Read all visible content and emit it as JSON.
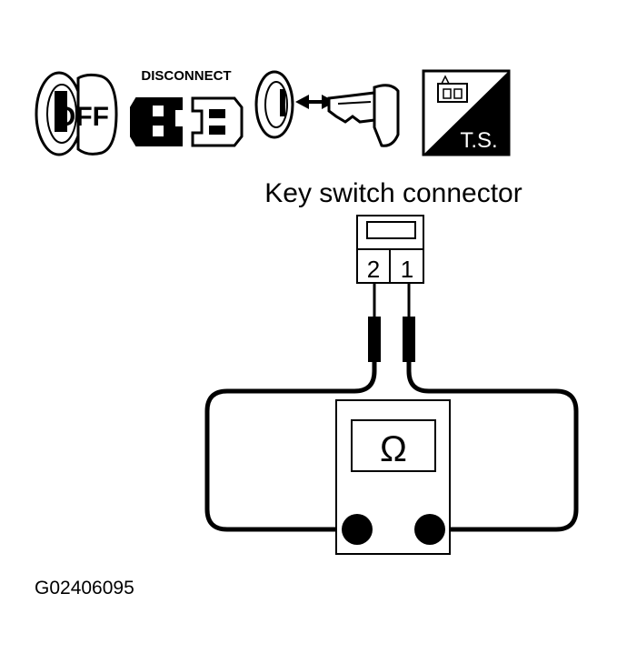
{
  "icons": {
    "ignition_label": "OFF",
    "disconnect_label": "DISCONNECT",
    "ts_label": "T.S."
  },
  "connector": {
    "title": "Key switch connector",
    "pin_left": "2",
    "pin_right": "1"
  },
  "meter": {
    "symbol": "Ω"
  },
  "figure_id": "G02406095"
}
